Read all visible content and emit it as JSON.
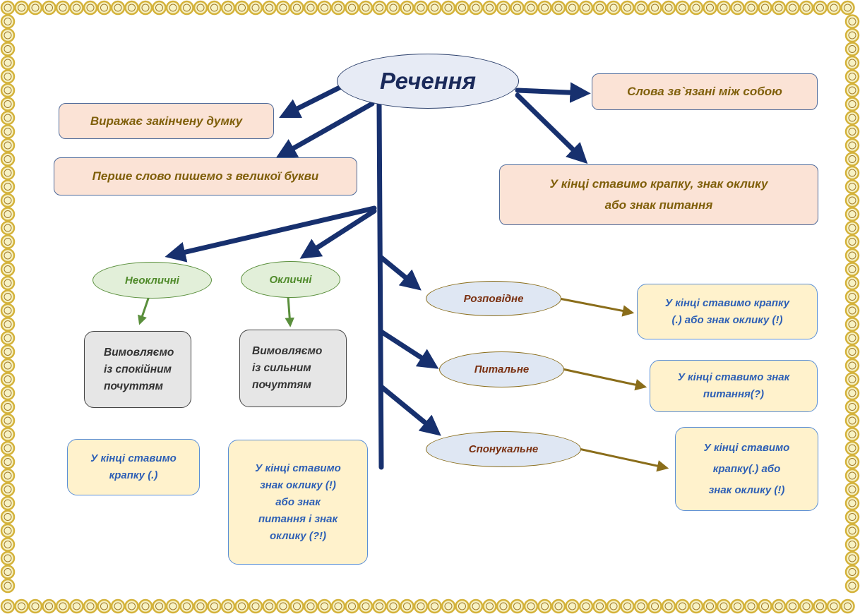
{
  "diagram": {
    "title": "Речення",
    "features": {
      "complete_thought": "Виражає закінчену думку",
      "capital_letter": "Перше слово пишемо з великої букви",
      "words_linked": "Слова зв`язані між собою",
      "end_punctuation": "У кінці ставимо крапку, знак оклику\nабо знак питання"
    },
    "intonation": {
      "non_exclamatory": {
        "label": "Неокличні",
        "description": "Вимовляємо\nіз спокійним\nпочуттям",
        "rule": "У кінці ставимо\nкрапку (.)"
      },
      "exclamatory": {
        "label": "Окличні",
        "description": "Вимовляємо\nіз сильним\nпочуттям",
        "rule": "У кінці ставимо\nзнак оклику (!)\nабо знак\nпитання і знак\nоклику (?!)"
      }
    },
    "purpose": {
      "narrative": {
        "label": "Розповідне",
        "rule": "У кінці ставимо крапку\n(.) або знак оклику (!)"
      },
      "interrogative": {
        "label": "Питальне",
        "rule": "У кінці ставимо знак\nпитання(?)"
      },
      "imperative": {
        "label": "Спонукальне",
        "rule": "У кінці ставимо\nкрапку(.)  або\nзнак оклику (!)"
      }
    }
  },
  "colors": {
    "arrow_main": "#17306e",
    "arrow_gold": "#8a6d1a",
    "arrow_green": "#5a8f3c",
    "frame_ring": "#d4b23a",
    "frame_fill": "#f7f2c4"
  }
}
